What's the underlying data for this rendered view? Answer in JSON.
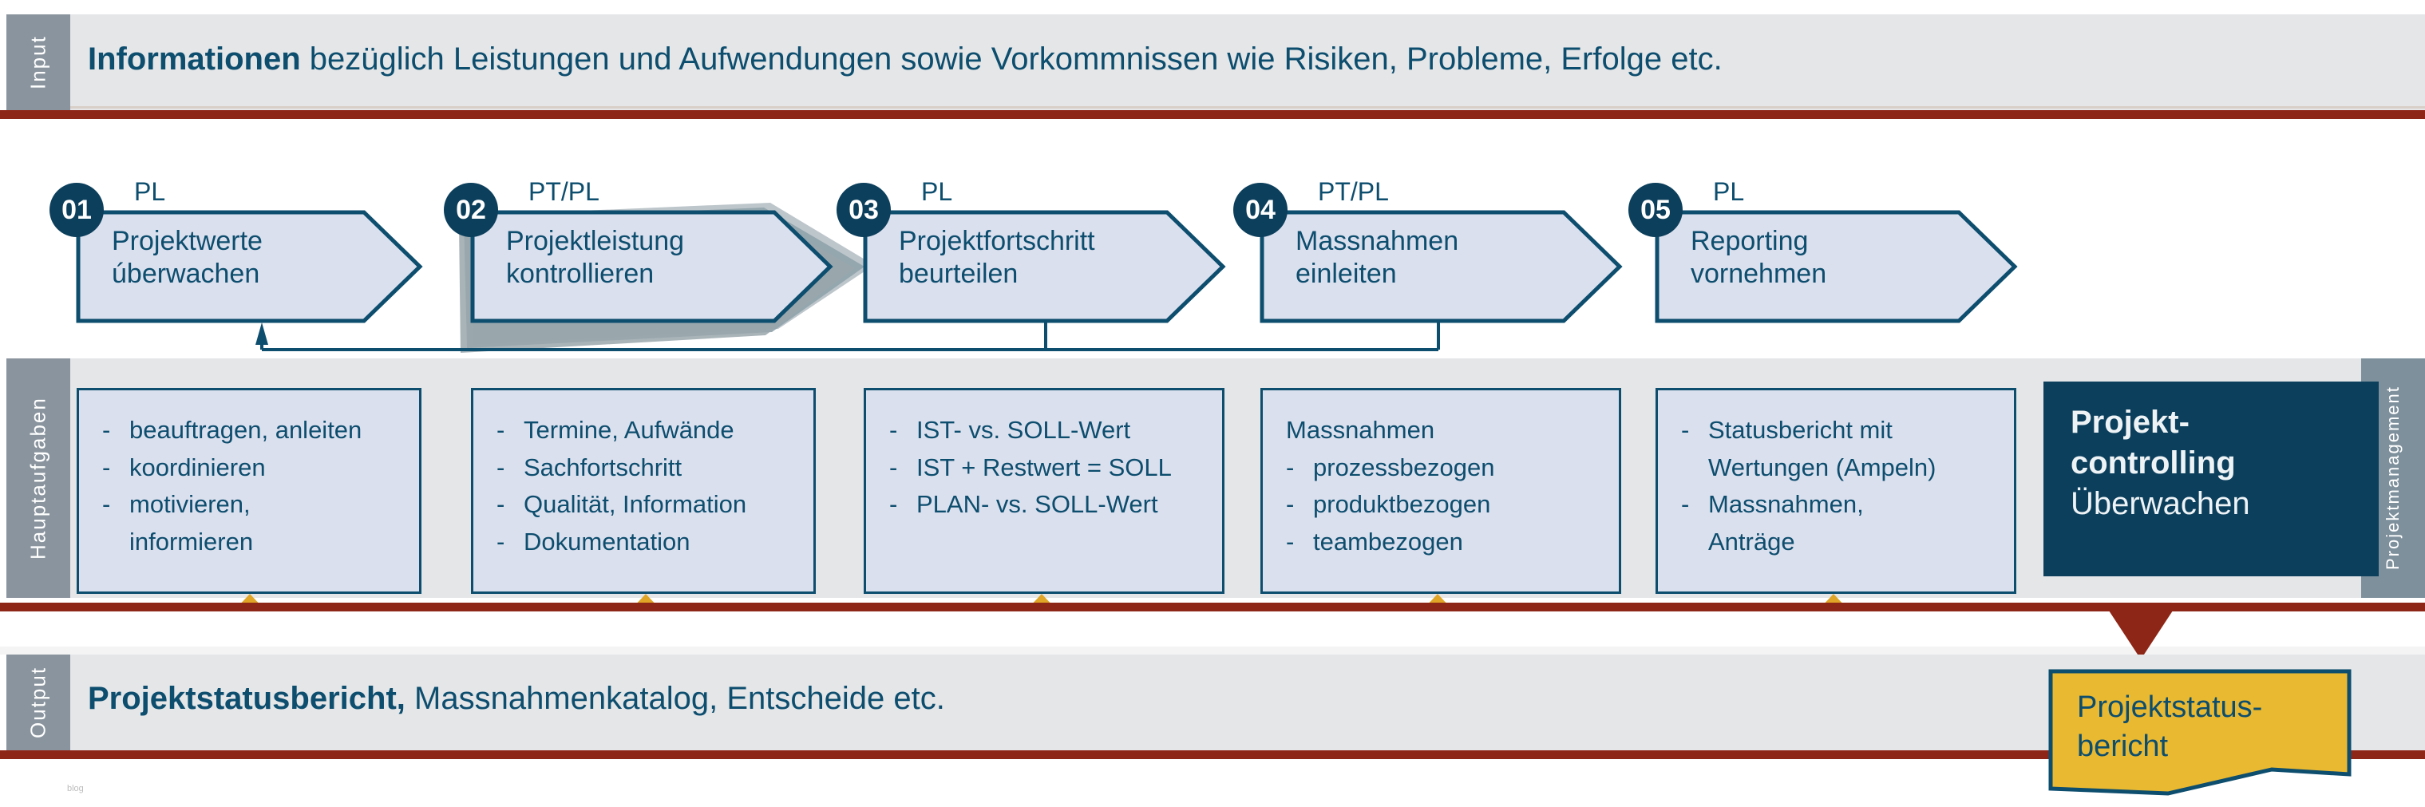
{
  "bands": {
    "input": {
      "tab": "Input",
      "text_bold": "Informationen",
      "text_rest": " bezüglich Leistungen und Aufwendungen sowie Vorkommnissen wie Risiken, Probleme, Erfolge etc."
    },
    "tasks": {
      "tab": "Hauptaufgaben"
    },
    "side": {
      "tab": "Projektmanagement"
    },
    "output": {
      "tab": "Output",
      "text_bold": "Projektstatusbericht,",
      "text_rest": " Massnahmenkatalog, Entscheide etc."
    }
  },
  "process": {
    "steps": [
      {
        "num": "01",
        "role": "PL",
        "title": "Projektwerte\núberwachen"
      },
      {
        "num": "02",
        "role": "PT/PL",
        "title": "Projektleistung\nkontrollieren"
      },
      {
        "num": "03",
        "role": "PL",
        "title": "Projektfortschritt\nbeurteilen"
      },
      {
        "num": "04",
        "role": "PT/PL",
        "title": "Massnahmen\neinleiten"
      },
      {
        "num": "05",
        "role": "PL",
        "title": "Reporting\nvornehmen"
      }
    ]
  },
  "taskboxes": [
    {
      "heading": "",
      "items": [
        "beauftragen, anleiten",
        "koordinieren",
        "motivieren,\ninformieren"
      ]
    },
    {
      "heading": "",
      "items": [
        "Termine, Aufwände",
        "Sachfortschritt",
        "Qualität, Information",
        "Dokumentation"
      ]
    },
    {
      "heading": "",
      "items": [
        "IST- vs. SOLL-Wert",
        "IST + Restwert = SOLL",
        "PLAN- vs. SOLL-Wert"
      ]
    },
    {
      "heading": "Massnahmen",
      "items": [
        "prozessbezogen",
        "produktbezogen",
        "teambezogen"
      ]
    },
    {
      "heading": "",
      "items": [
        "Statusbericht mit\nWertungen (Ampeln)",
        "Massnahmen,\nAnträge"
      ]
    }
  ],
  "summary_box": {
    "line1": "Projekt-",
    "line2": "controlling",
    "line3": "Überwachen"
  },
  "callout": {
    "label": "Projektstatus-\nbericht"
  },
  "footer": {
    "tiny": "blog"
  },
  "colors": {
    "dark_blue": "#0c3f5c",
    "text_blue": "#0d4d6e",
    "box_fill": "#dbe0ee",
    "band_grey": "#e4e6e8",
    "tab_grey": "#8a949e",
    "red": "#8e2617",
    "yellow": "#e8b72e",
    "callout_yellow": "#e9b931"
  }
}
